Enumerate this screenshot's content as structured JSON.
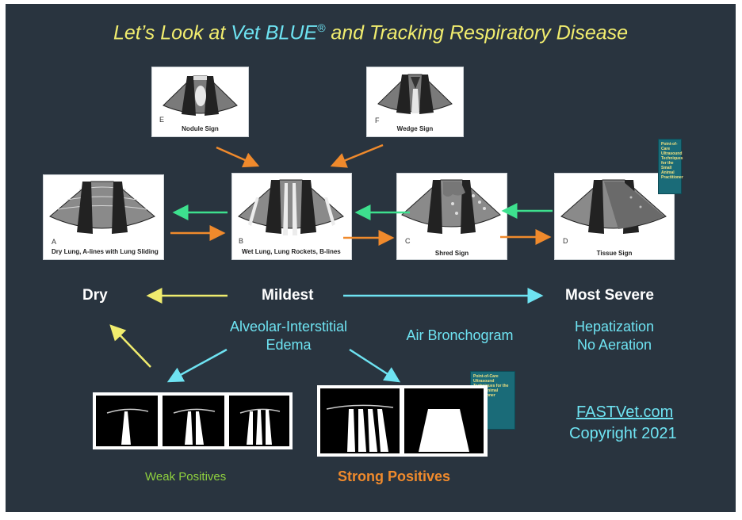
{
  "title": {
    "part1": "Let’s Look at ",
    "highlight": "Vet BLUE",
    "reg": "®",
    "part2": " and Tracking Respiratory Disease"
  },
  "cards": {
    "nodule": {
      "letter": "E",
      "label": "Nodule Sign"
    },
    "wedge": {
      "letter": "F",
      "label": "Wedge Sign"
    },
    "dry": {
      "letter": "A",
      "label": "Dry Lung, A-lines with Lung Sliding"
    },
    "wet": {
      "letter": "B",
      "label": "Wet Lung, Lung Rockets, B-lines"
    },
    "shred": {
      "letter": "C",
      "label": "Shred Sign"
    },
    "tissue": {
      "letter": "D",
      "label": "Tissue Sign"
    }
  },
  "book": {
    "title_lines": [
      "Point-of-Care",
      "Ultrasound",
      "Techniques for the",
      "Small Animal Practitioner"
    ]
  },
  "scale": {
    "dry": "Dry",
    "mildest": "Mildest",
    "most_severe": "Most Severe"
  },
  "stages": {
    "edema_line1": "Alveolar-Interstitial",
    "edema_line2": "Edema",
    "air": "Air Bronchogram",
    "hep_line1": "Hepatization",
    "hep_line2": "No Aeration"
  },
  "footer": {
    "weak": "Weak Positives",
    "strong": "Strong Positives",
    "site": "FASTVet.com",
    "copyright": "Copyright 2021"
  },
  "colors": {
    "background": "#29343f",
    "title": "#f0ec6e",
    "cyan": "#6ee3f2",
    "green": "#3de08e",
    "orange": "#f08a2c",
    "yellow": "#f0ec6e",
    "weak_text": "#8fd13f",
    "strong_text": "#f08a2c"
  }
}
